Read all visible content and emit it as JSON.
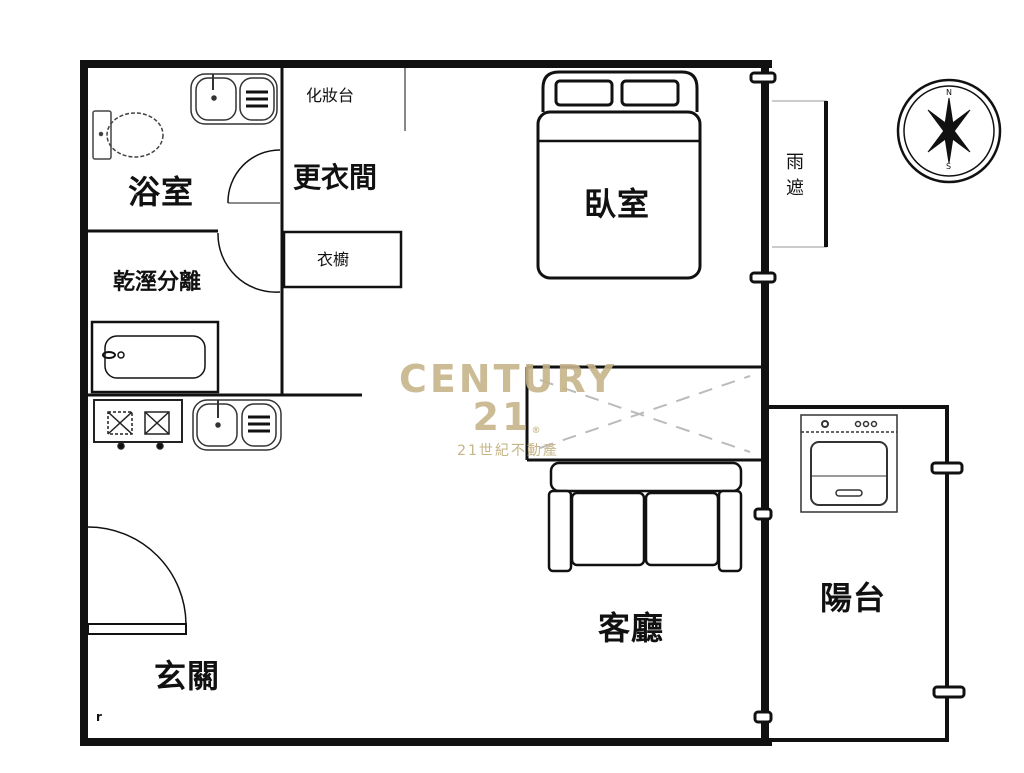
{
  "floor_plan": {
    "rooms": {
      "bathroom": "浴室",
      "dressing_room": "更衣間",
      "vanity": "化妝台",
      "wardrobe": "衣櫥",
      "dry_wet_separation": "乾溼分離",
      "bedroom": "臥室",
      "rain_shelter": "雨遮",
      "living_room": "客廳",
      "entrance": "玄關",
      "balcony": "陽台"
    },
    "compass": {
      "north": "N",
      "south": "S"
    },
    "corner_mark": "r"
  },
  "watermark": {
    "brand": "CENTURY 21",
    "registered": "®",
    "subtitle": "21世紀不動產",
    "color": "#c7b58a"
  },
  "colors": {
    "wall": "#111111",
    "background": "#ffffff"
  }
}
